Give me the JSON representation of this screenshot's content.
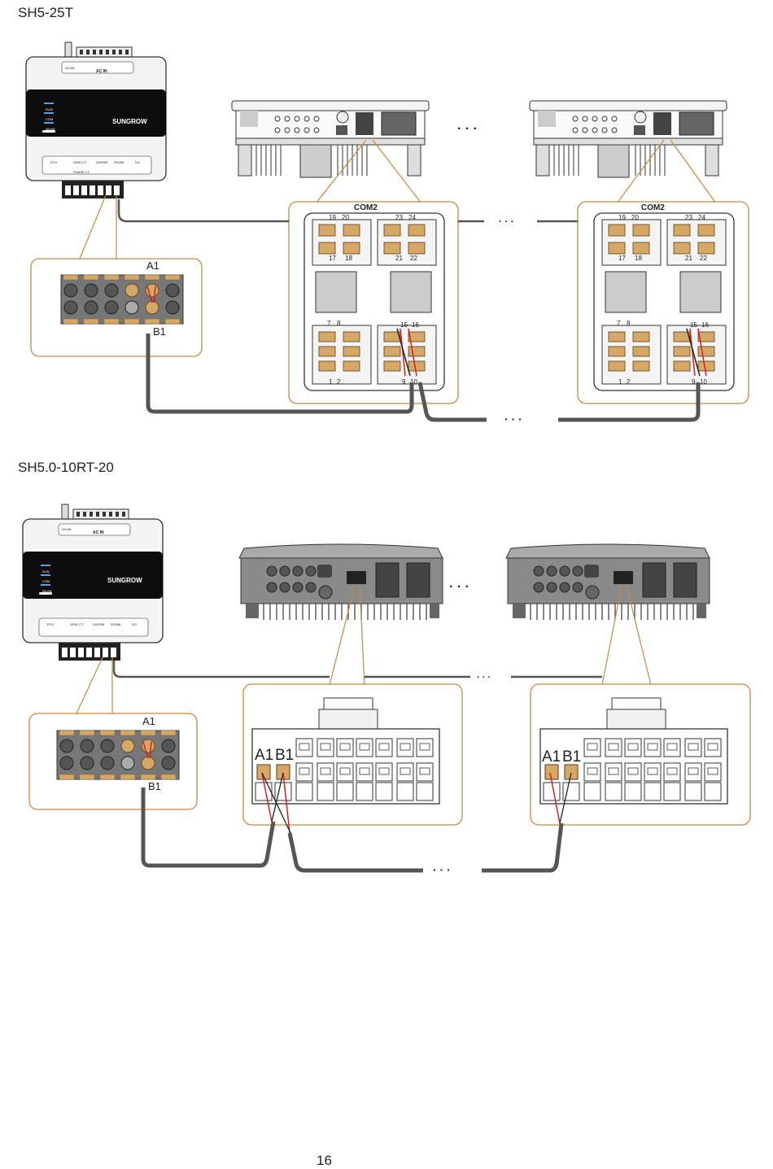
{
  "section1": {
    "title": "SH5-25T",
    "device_brand": "SUNGROW",
    "device_ports": {
      "ac_in": "AC IN",
      "wlan": "WLAN",
      "eth": "ETH",
      "grid_ct": "GRID CT",
      "dr": "DI/DRM",
      "rs485": "RS485",
      "do": "DO",
      "phase_ct": "PHASE CT"
    },
    "leds": [
      "RUN",
      "COM",
      "WLAN"
    ],
    "terminal_labels": {
      "a": "A1",
      "b": "B1"
    },
    "com_label": "COM2",
    "pin_labels": [
      "19",
      "20",
      "23",
      "24",
      "17",
      "18",
      "21",
      "22",
      "7",
      "8",
      "15",
      "16",
      "1",
      "2",
      "9",
      "10"
    ],
    "ellipsis": "· · ·"
  },
  "section2": {
    "title": "SH5.0-10RT-20",
    "device_brand": "SUNGROW",
    "device_ports": {
      "ac_in": "AC IN",
      "wlan": "WLAN",
      "eth": "ETH",
      "grid_ct": "GRID CT",
      "dr": "DI/DRM",
      "rs485": "RS485",
      "do": "DO"
    },
    "leds": [
      "RUN",
      "COM",
      "WLAN"
    ],
    "terminal_labels": {
      "a": "A1",
      "b": "B1"
    },
    "connector_labels": {
      "a": "A1",
      "b": "B1"
    },
    "ellipsis": "· · ·"
  },
  "page_number": "16",
  "colors": {
    "highlight": "#c8893a",
    "cable": "#555555",
    "wire_red": "#d42020",
    "terminal_tan": "#d6a867"
  }
}
